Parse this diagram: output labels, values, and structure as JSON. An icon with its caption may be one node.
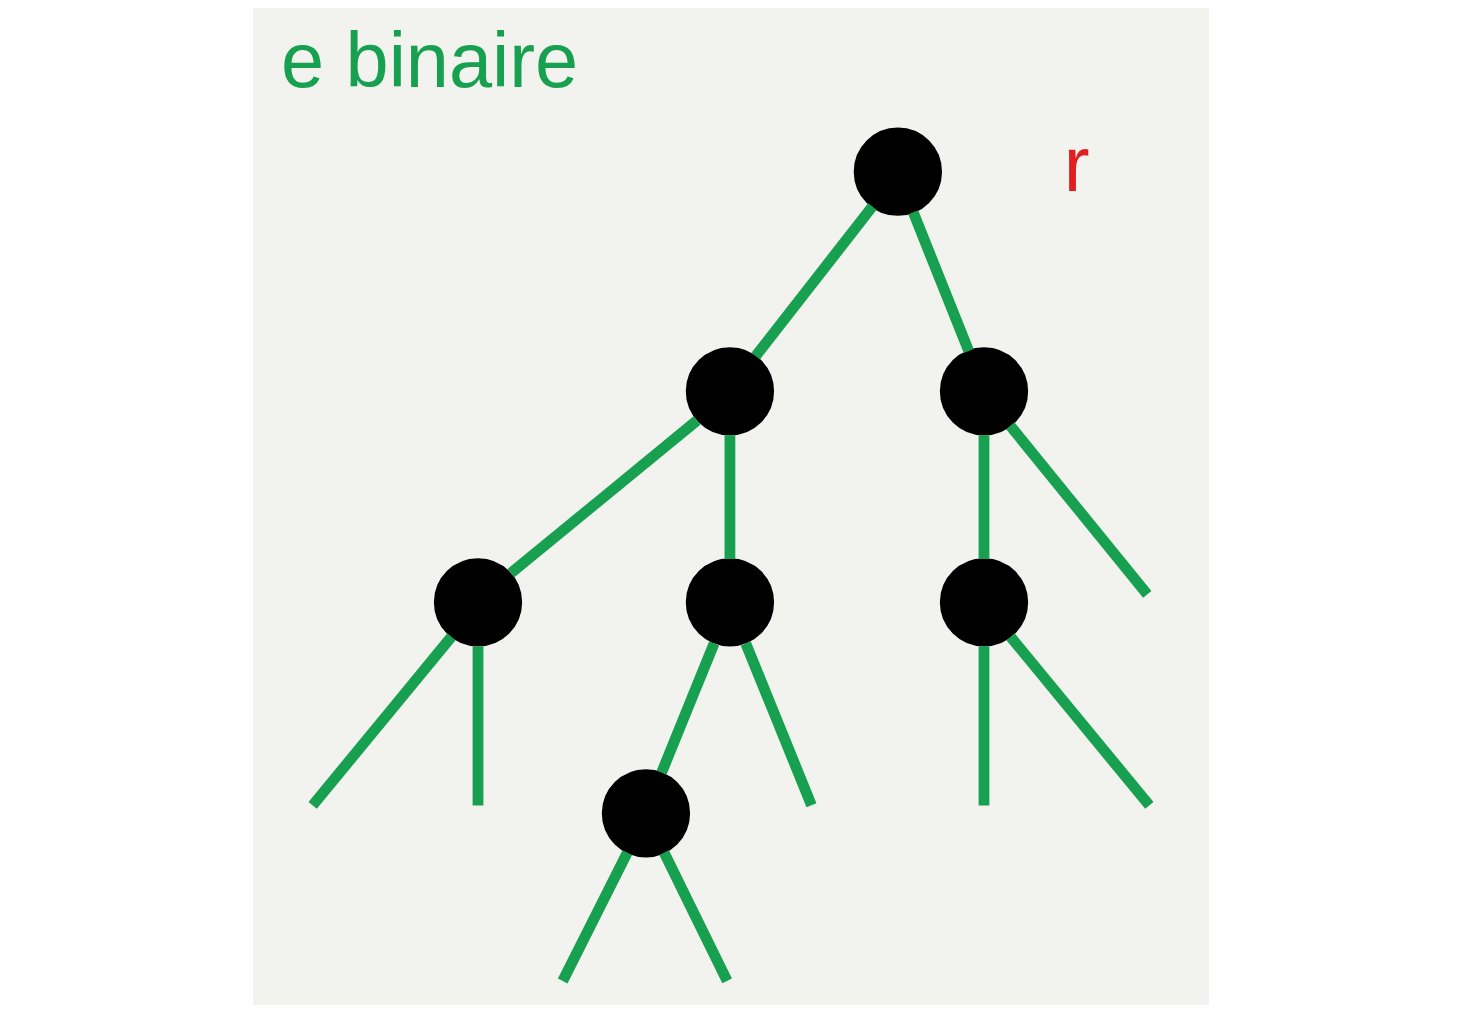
{
  "diagram": {
    "title": "e binaire",
    "nodes": [
      {
        "text": [],
        "shape": "circle"
      },
      {
        "text": [],
        "shape": "circle"
      },
      {
        "text": [],
        "shape": "circle"
      },
      {
        "text": [],
        "shape": "circle"
      },
      {
        "text": [],
        "shape": "circle"
      },
      {
        "text": [],
        "shape": "circle"
      },
      {
        "text": [],
        "shape": "circle"
      }
    ],
    "edges": [
      {
        "from": 0,
        "to": 1,
        "arrow": "none"
      },
      {
        "from": 0,
        "to": 2,
        "arrow": "none"
      },
      {
        "from": 1,
        "to": 3,
        "arrow": "none"
      },
      {
        "from": 1,
        "to": 4,
        "arrow": "none"
      },
      {
        "from": 2,
        "to": 5,
        "arrow": "none"
      },
      {
        "from": 2,
        "to": null,
        "arrow": "none"
      },
      {
        "from": 3,
        "to": null,
        "arrow": "none"
      },
      {
        "from": 3,
        "to": null,
        "arrow": "none"
      },
      {
        "from": 4,
        "to": null,
        "arrow": "none"
      },
      {
        "from": 4,
        "to": 6,
        "arrow": "none"
      },
      {
        "from": 5,
        "to": null,
        "arrow": "none"
      },
      {
        "from": 5,
        "to": null,
        "arrow": "none"
      },
      {
        "from": 6,
        "to": null,
        "arrow": "none"
      },
      {
        "from": 6,
        "to": null,
        "arrow": "none"
      }
    ],
    "labels": [
      "r"
    ]
  }
}
